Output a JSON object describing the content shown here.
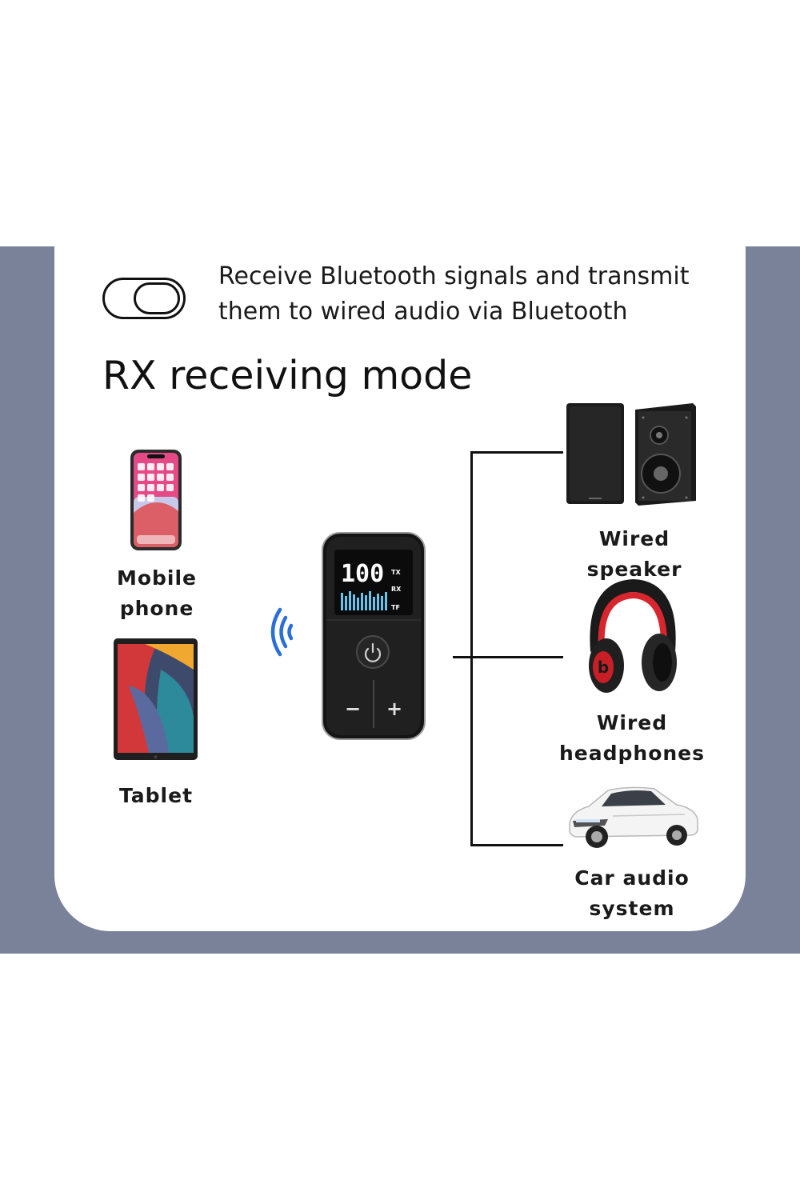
{
  "header": {
    "line1": "Receive Bluetooth signals and transmit",
    "line2": "them to wired audio via Bluetooth"
  },
  "mode_title": "RX receiving mode",
  "sources": [
    {
      "label": "Mobile phone"
    },
    {
      "label": "Tablet"
    }
  ],
  "device": {
    "display_value": "100",
    "indicators": [
      "TX",
      "RX",
      "TF"
    ],
    "minus": "−",
    "plus": "+"
  },
  "outputs": [
    {
      "label": "Wired speaker"
    },
    {
      "label_line1": "Wired",
      "label_line2": "headphones"
    },
    {
      "label_line1": "Car audio",
      "label_line2": "system"
    }
  ],
  "colors": {
    "band": "#7a8299",
    "bluetooth_wave": "#2a6fd6",
    "screen_text": "#ffffff",
    "screen_bars": "#6ec3ee",
    "headphone_red": "#d7262e"
  }
}
